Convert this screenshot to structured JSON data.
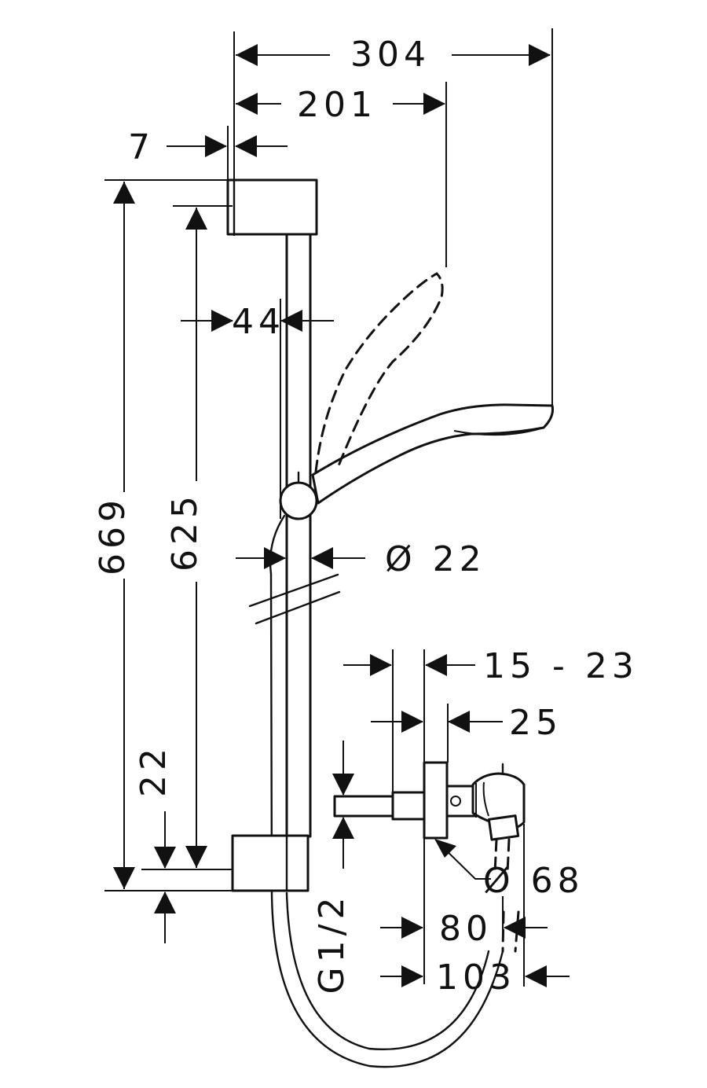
{
  "dimensions": {
    "total_width": "304",
    "handshower_reach": "201",
    "bracket_thickness": "7",
    "bracket_width": "44",
    "rail_height": "669",
    "mounting_distance": "625",
    "rail_diameter": "Ø 22",
    "bottom_offset": "22",
    "outlet_adjust": "15 - 23",
    "outlet_depth": "25",
    "flange_diameter": "Ø 68",
    "thread": "G1/2",
    "valve_depth": "80",
    "valve_total_depth": "103"
  }
}
